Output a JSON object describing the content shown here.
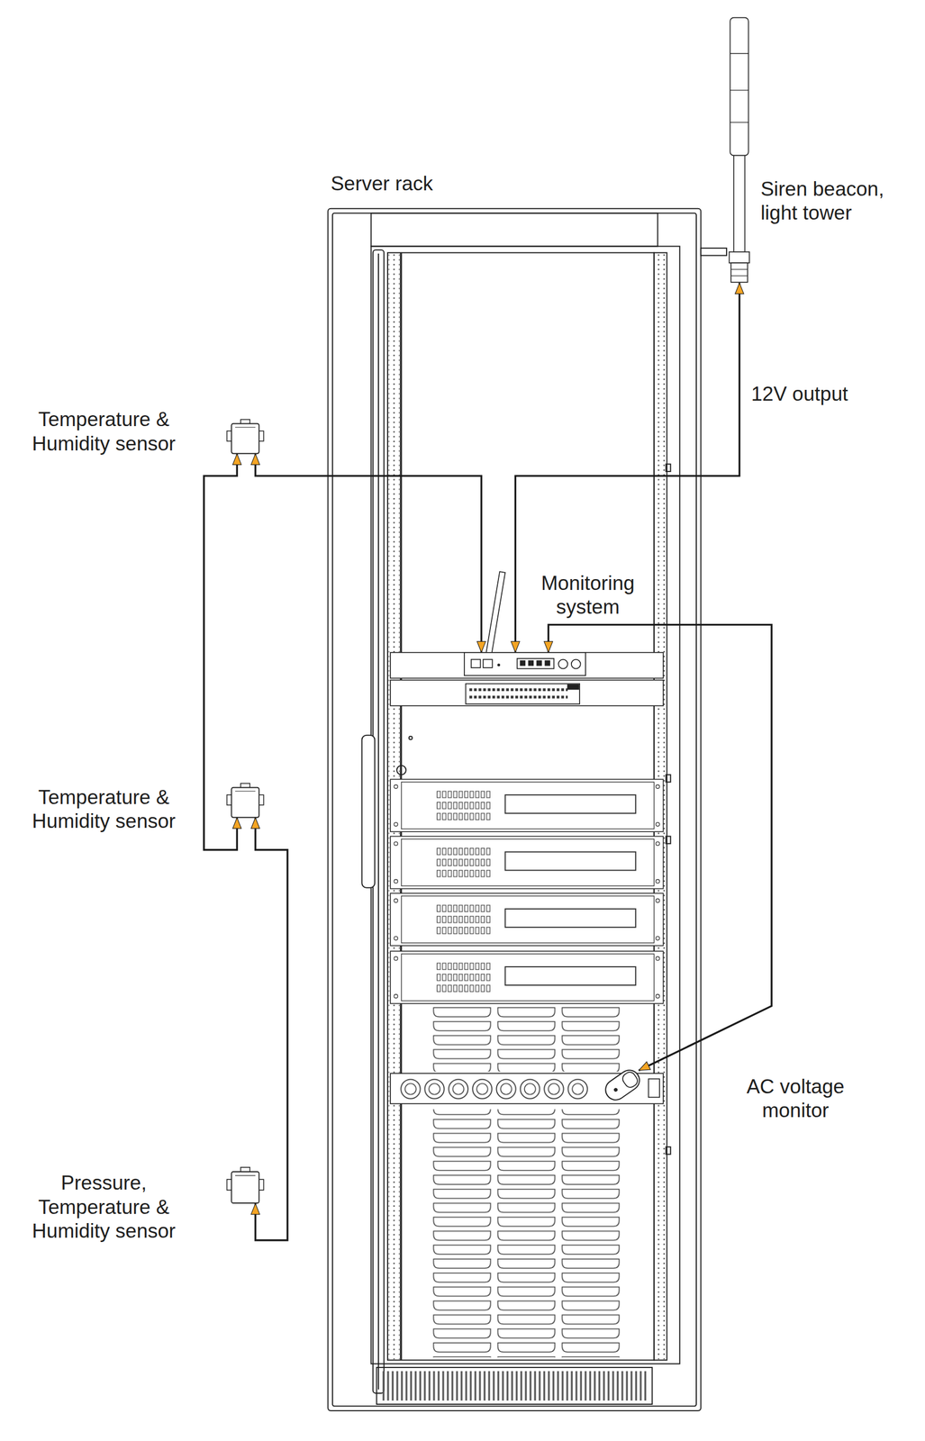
{
  "diagram": {
    "nodes": [
      {
        "text": [
          "Server rack"
        ]
      },
      {
        "text": [
          "Siren beacon, light tower"
        ]
      },
      {
        "text": [
          "Temperature & Humidity sensor"
        ]
      },
      {
        "text": [
          "Monitoring system"
        ],
        "in": 0
      },
      {
        "text": [
          "Temperature & Humidity sensor"
        ]
      },
      {
        "text": [
          "AC voltage monitor"
        ],
        "in": 0
      },
      {
        "text": [
          "Pressure, Temperature & Humidity sensor"
        ]
      }
    ],
    "edges": [
      {
        "from": 3,
        "to": 2,
        "arrow": "both"
      },
      {
        "from": 2,
        "to": 4,
        "arrow": "both"
      },
      {
        "from": 4,
        "to": 6,
        "arrow": "both"
      },
      {
        "from": 3,
        "to": 1,
        "arrow": "both",
        "label": "12V output"
      },
      {
        "from": 3,
        "to": 5,
        "arrow": "both"
      }
    ]
  }
}
